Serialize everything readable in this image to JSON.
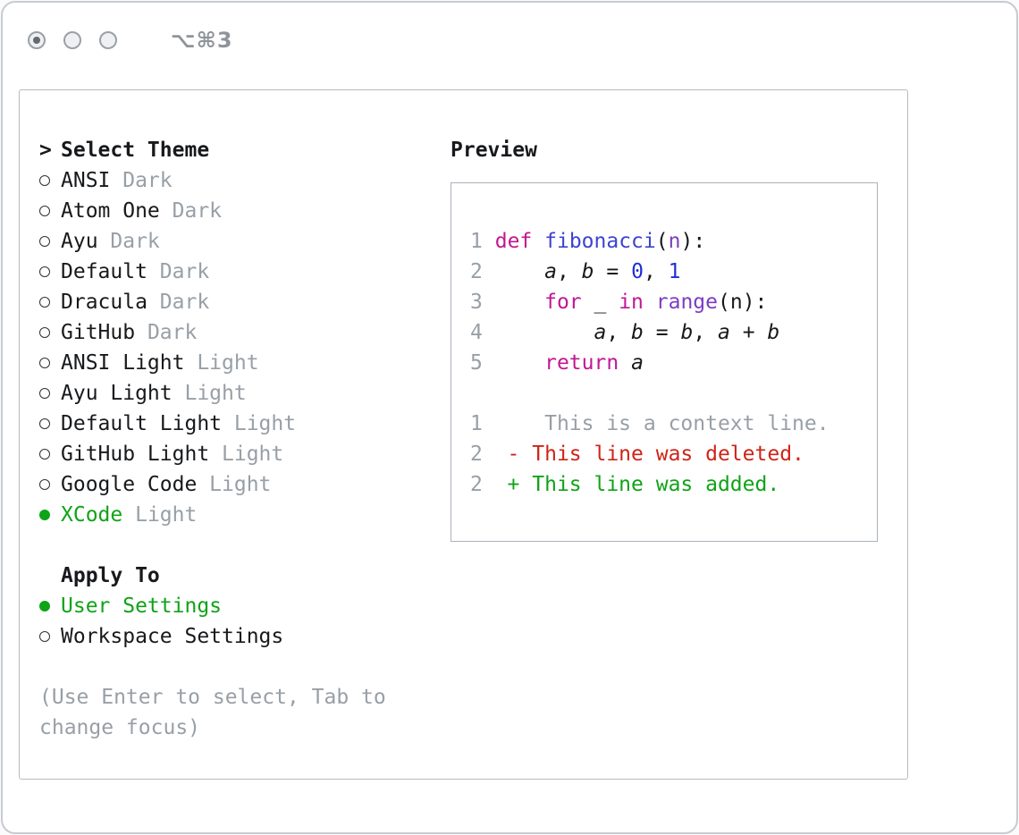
{
  "titlebar": {
    "shortcut": "⌥⌘3"
  },
  "colors": {
    "text": "#17191c",
    "accent_green": "#0fa317",
    "keyword_pink": "#c21793",
    "func_blue": "#3c44cf",
    "number_blue": "#1f2fd8",
    "type_purple": "#7c3ec3",
    "gray": "#989fa6",
    "deleted_red": "#ce2418",
    "added_green": "#0fa317"
  },
  "panel": {
    "theme_selector": {
      "cursor": ">",
      "title": "Select Theme",
      "items": [
        {
          "name": "ANSI",
          "variant": "Dark",
          "selected": false
        },
        {
          "name": "Atom One",
          "variant": "Dark",
          "selected": false
        },
        {
          "name": "Ayu",
          "variant": "Dark",
          "selected": false
        },
        {
          "name": "Default",
          "variant": "Dark",
          "selected": false
        },
        {
          "name": "Dracula",
          "variant": "Dark",
          "selected": false
        },
        {
          "name": "GitHub",
          "variant": "Dark",
          "selected": false
        },
        {
          "name": "ANSI Light",
          "variant": "Light",
          "selected": false
        },
        {
          "name": "Ayu Light",
          "variant": "Light",
          "selected": false
        },
        {
          "name": "Default Light",
          "variant": "Light",
          "selected": false
        },
        {
          "name": "GitHub Light",
          "variant": "Light",
          "selected": false
        },
        {
          "name": "Google Code",
          "variant": "Light",
          "selected": false
        },
        {
          "name": "XCode",
          "variant": "Light",
          "selected": true
        }
      ]
    },
    "apply_to": {
      "title": "Apply To",
      "items": [
        {
          "name": "User Settings",
          "variant": "",
          "selected": true
        },
        {
          "name": "Workspace Settings",
          "variant": "",
          "selected": false
        }
      ]
    },
    "hint": "(Use Enter to select, Tab to change focus)"
  },
  "preview": {
    "title": "Preview",
    "lines": [
      {
        "num": "1",
        "tokens": [
          {
            "t": " "
          },
          {
            "t": "def",
            "c": "keyword"
          },
          {
            "t": " "
          },
          {
            "t": "fibonacci",
            "c": "func"
          },
          {
            "t": "("
          },
          {
            "t": "n",
            "c": "param"
          },
          {
            "t": "):"
          }
        ]
      },
      {
        "num": "2",
        "tokens": [
          {
            "t": "     "
          },
          {
            "t": "a",
            "c": "var"
          },
          {
            "t": ", "
          },
          {
            "t": "b",
            "c": "var"
          },
          {
            "t": " = "
          },
          {
            "t": "0",
            "c": "num"
          },
          {
            "t": ", "
          },
          {
            "t": "1",
            "c": "num"
          }
        ]
      },
      {
        "num": "3",
        "tokens": [
          {
            "t": "     "
          },
          {
            "t": "for",
            "c": "keyword"
          },
          {
            "t": " _ "
          },
          {
            "t": "in",
            "c": "keyword"
          },
          {
            "t": " "
          },
          {
            "t": "range",
            "c": "type"
          },
          {
            "t": "(n):"
          }
        ]
      },
      {
        "num": "4",
        "tokens": [
          {
            "t": "         "
          },
          {
            "t": "a",
            "c": "var"
          },
          {
            "t": ", "
          },
          {
            "t": "b",
            "c": "var"
          },
          {
            "t": " = "
          },
          {
            "t": "b",
            "c": "var"
          },
          {
            "t": ", "
          },
          {
            "t": "a",
            "c": "var"
          },
          {
            "t": " + "
          },
          {
            "t": "b",
            "c": "var"
          }
        ]
      },
      {
        "num": "5",
        "tokens": [
          {
            "t": "     "
          },
          {
            "t": "return",
            "c": "keyword"
          },
          {
            "t": " "
          },
          {
            "t": "a",
            "c": "var"
          }
        ]
      },
      {
        "num": "",
        "tokens": []
      },
      {
        "num": "1",
        "tokens": [
          {
            "t": "     This is a context line.",
            "c": "context"
          }
        ]
      },
      {
        "num": "2",
        "tokens": [
          {
            "t": "  - This line was deleted.",
            "c": "deleted"
          }
        ]
      },
      {
        "num": "2",
        "tokens": [
          {
            "t": "  + This line was added.",
            "c": "added"
          }
        ]
      }
    ]
  }
}
